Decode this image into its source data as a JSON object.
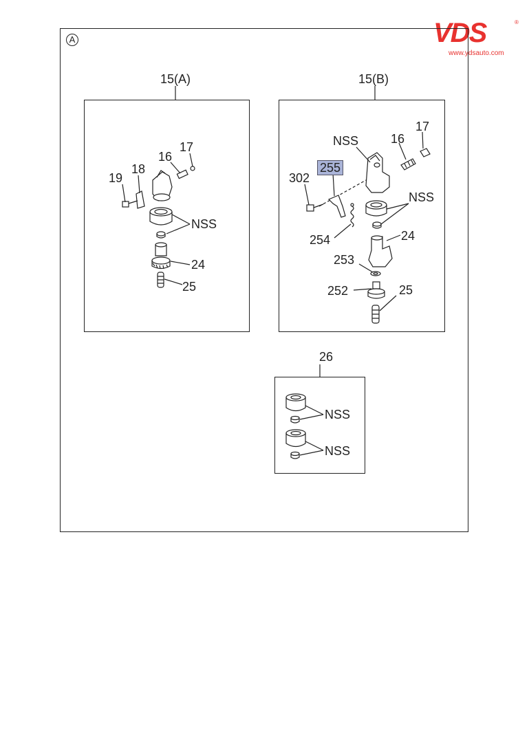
{
  "logo": {
    "brand": "VDS",
    "url": "www.ydsauto.com",
    "reg": "®"
  },
  "view_marker": "A",
  "panels": {
    "a": {
      "title": "15(A)",
      "labels": {
        "p19": "19",
        "p18": "18",
        "p16": "16",
        "p17": "17",
        "nss": "NSS",
        "p24": "24",
        "p25": "25"
      }
    },
    "b": {
      "title": "15(B)",
      "labels": {
        "nss_top": "NSS",
        "p255": "255",
        "p302": "302",
        "p16": "16",
        "p17": "17",
        "nss": "NSS",
        "p254": "254",
        "p24": "24",
        "p253": "253",
        "p252": "252",
        "p25": "25"
      }
    },
    "c": {
      "title": "26",
      "labels": {
        "nss1": "NSS",
        "nss2": "NSS"
      }
    }
  },
  "colors": {
    "brand_red": "#e8322f",
    "highlight": "#aab4d8",
    "line": "#222222"
  }
}
